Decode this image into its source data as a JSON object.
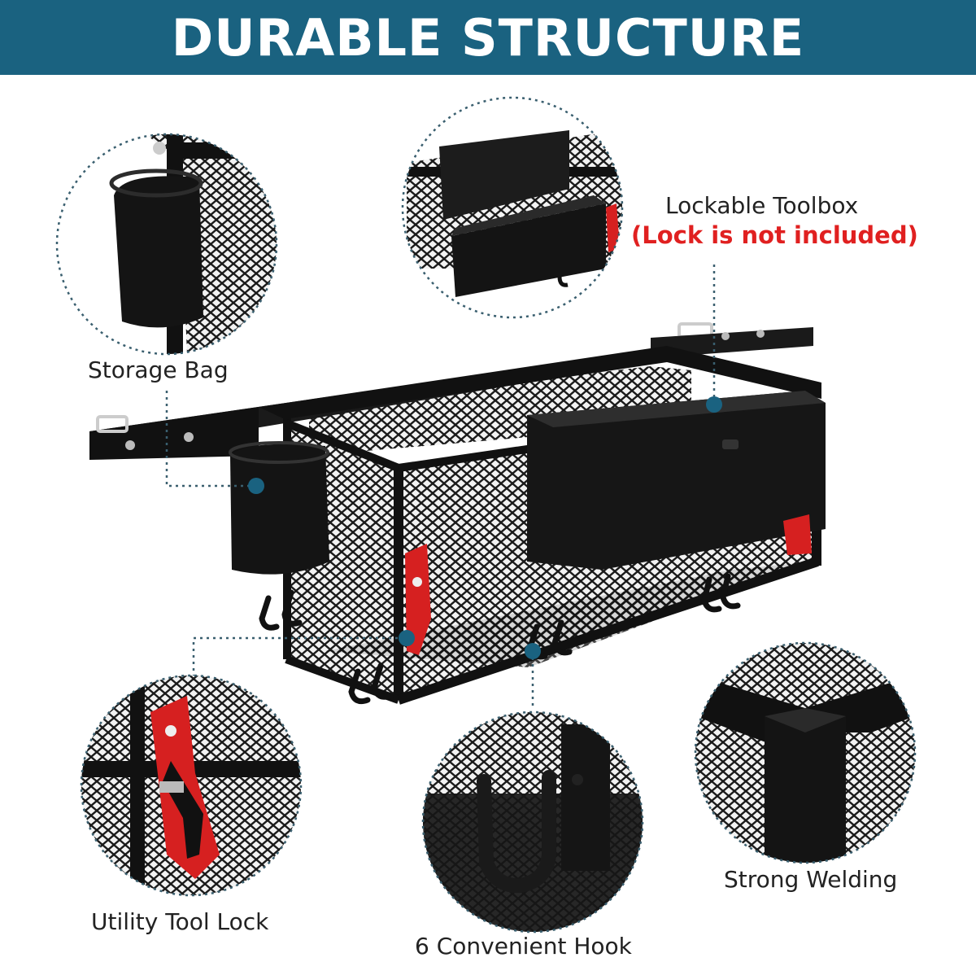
{
  "header": {
    "title": "DURABLE STRUCTURE"
  },
  "features": {
    "storage_bag": "Storage Bag",
    "toolbox": "Lockable Toolbox",
    "toolbox_note": "(Lock is not included)",
    "tool_lock": "Utility Tool Lock",
    "hooks": "6 Convenient Hook",
    "welding": "Strong Welding"
  },
  "colors": {
    "banner": "#1a6280",
    "accent_dot": "#1a6280",
    "callout_red": "#e02020",
    "latch_red": "#d62020"
  }
}
